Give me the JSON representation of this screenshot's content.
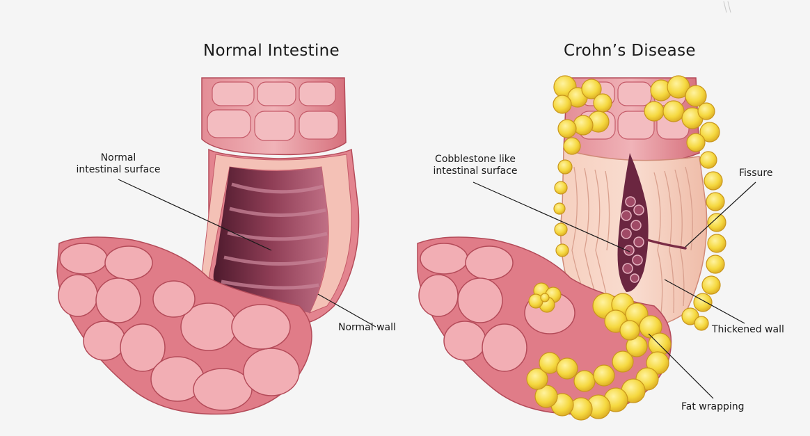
{
  "normal": {
    "title": "Normal Intestine",
    "surface_label_line1": "Normal",
    "surface_label_line2": "intestinal surface",
    "wall_label": "Normal wall"
  },
  "crohns": {
    "title": "Crohn’s Disease",
    "surface_label_line1": "Cobblestone like",
    "surface_label_line2": "intestinal surface",
    "fissure_label": "Fissure",
    "wall_label": "Thickened wall",
    "fat_label": "Fat wrapping"
  },
  "colors": {
    "background": "#f5f5f5",
    "tissue_outer": "#d9707a",
    "tissue_light": "#efa4aa",
    "tissue_dark": "#b44b59",
    "lumen_dark": "#5b2236",
    "lumen_mid": "#8e3d55",
    "thick_wall": "#f3c7b8",
    "fat_yellow": "#f4d63e",
    "fat_dark": "#d9a821",
    "leader_line": "#1a1a1a"
  }
}
